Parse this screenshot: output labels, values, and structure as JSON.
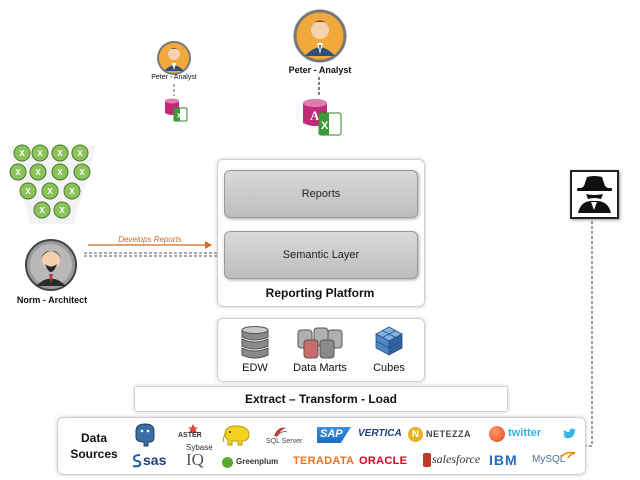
{
  "actors": {
    "analyst_small": "Peter - Analyst",
    "analyst_large": "Peter - Analyst",
    "architect": "Norm - Architect"
  },
  "arrow_label": "Develops Reports",
  "platform": {
    "reports": "Reports",
    "semantic_layer": "Semantic Layer",
    "title": "Reporting Platform"
  },
  "storage": {
    "edw": "EDW",
    "data_marts": "Data Marts",
    "cubes": "Cubes"
  },
  "etl": "Extract – Transform - Load",
  "data_sources": {
    "title_line1": "Data",
    "title_line2": "Sources",
    "logos": {
      "aster": "ASTER",
      "sql_server": "SQL Server",
      "sap": "SAP",
      "vertica": "VERTICA",
      "netezza": "NETEZZA",
      "twitter": "twitter",
      "sas": "sas",
      "sybase": "Sybase",
      "iq": "IQ",
      "greenplum": "Greenplum",
      "teradata": "TERADATA",
      "oracle": "ORACLE",
      "salesforce": "salesforce",
      "ibm": "IBM",
      "mysql": "MySQL"
    }
  },
  "colors": {
    "arrow": "#d2691e",
    "analyst_ring": "#f2a93b",
    "excel_green": "#76b043",
    "sap_blue": "#1b6fc4",
    "oracle_red": "#e0001b",
    "twitter_blue": "#33b5e5",
    "teradata_orange": "#f37021",
    "ibm_blue": "#1f70c1"
  }
}
